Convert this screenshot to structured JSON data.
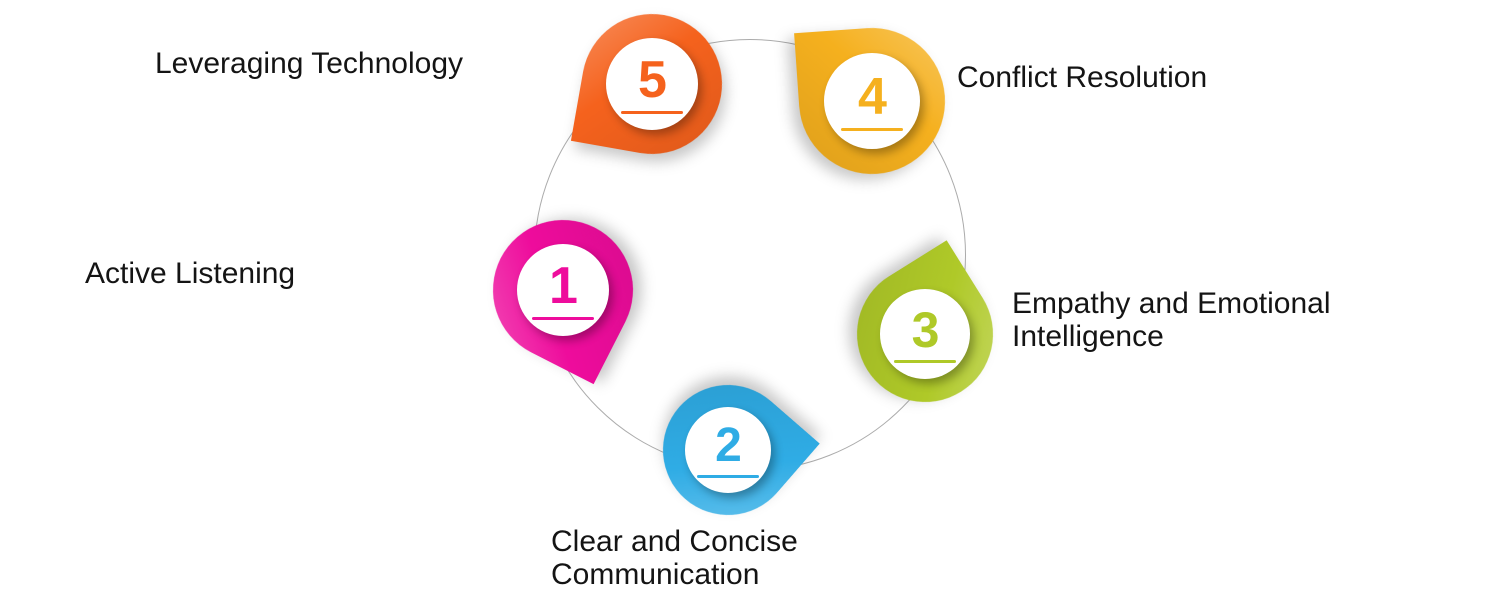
{
  "diagram": {
    "type": "circular-process",
    "background_color": "#ffffff",
    "connector_color": "#8f8f8f",
    "steps": [
      {
        "number": "1",
        "label": "Active Listening",
        "color": "#EE0C9C",
        "position": "left",
        "tail_direction": "south-southeast"
      },
      {
        "number": "2",
        "label": "Clear and Concise Communication",
        "color": "#2FACE5",
        "position": "bottom",
        "tail_direction": "east"
      },
      {
        "number": "3",
        "label": "Empathy and Emotional Intelligence",
        "color": "#AFC928",
        "position": "right",
        "tail_direction": "north-northeast"
      },
      {
        "number": "4",
        "label": "Conflict Resolution",
        "color": "#F5B01E",
        "position": "top-right",
        "tail_direction": "northwest"
      },
      {
        "number": "5",
        "label": "Leveraging Technology",
        "color": "#F5621D",
        "position": "top-left",
        "tail_direction": "southwest"
      }
    ]
  }
}
